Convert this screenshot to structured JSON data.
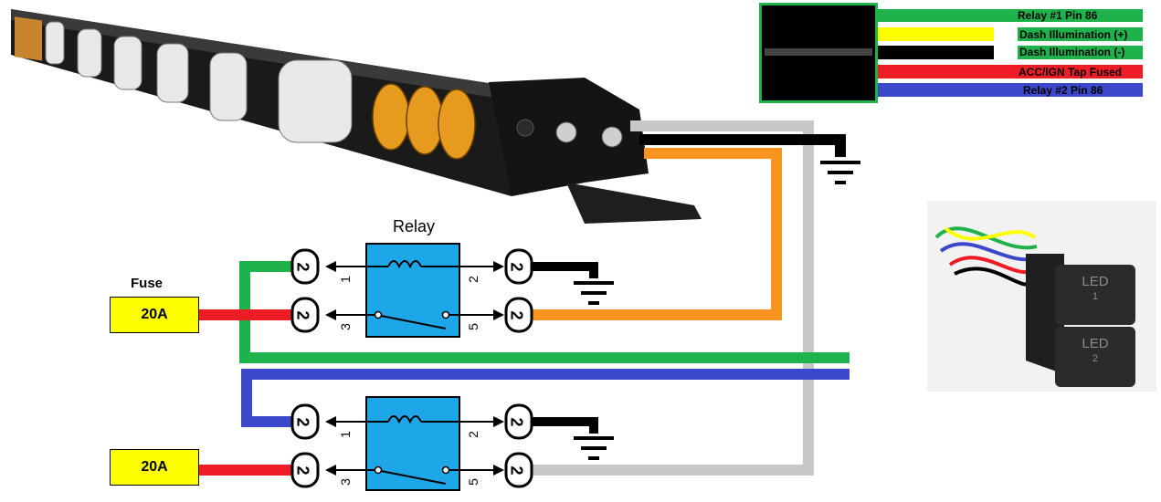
{
  "relay_title": "Relay",
  "fuse_title": "Fuse",
  "fuse1_rating": "20A",
  "fuse2_rating": "20A",
  "relay1_pins": {
    "p86": "1",
    "p85": "2",
    "p30": "3",
    "p87": "5"
  },
  "relay2_pins": {
    "p86": "1",
    "p85": "2",
    "p30": "3",
    "p87": "5"
  },
  "connector_glyph": "2",
  "legend": {
    "items": [
      {
        "label": "Relay #1 Pin 86",
        "color": "#1fb24a"
      },
      {
        "label": "Dash Illumination (+)",
        "color": "#ffff00"
      },
      {
        "label": "Dash Illumination (-)",
        "color": "#000000"
      },
      {
        "label": "ACC/IGN Tap Fused",
        "color": "#ee1c24"
      },
      {
        "label": "Relay #2 Pin 86",
        "color": "#3a48c9"
      }
    ]
  },
  "switch": {
    "btn1": "LED",
    "btn1_num": "1",
    "btn2": "LED",
    "btn2_num": "2"
  },
  "wire_colors": {
    "green": "#1fb24a",
    "blue": "#3a48c9",
    "red": "#ee1c24",
    "orange": "#f7931e",
    "gray": "#c8c8c8",
    "black": "#000000"
  }
}
